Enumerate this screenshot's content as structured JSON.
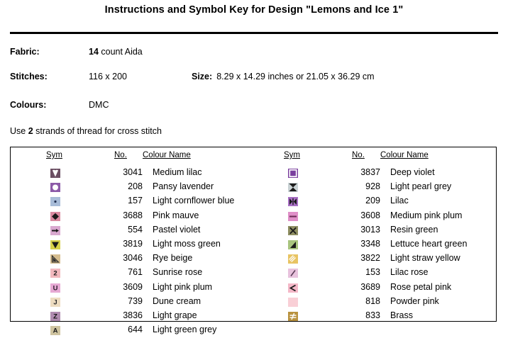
{
  "document": {
    "title": "Instructions and Symbol Key for Design \"Lemons and Ice 1\""
  },
  "info": {
    "fabric_label": "Fabric:",
    "fabric_count": "14",
    "fabric_value": " count Aida",
    "stitches_label": "Stitches:",
    "stitches_value": "116 x 200",
    "size_label": "Size:",
    "size_value": "8.29 x 14.29 inches or 21.05 x 36.29 cm",
    "colours_label": "Colours:",
    "colours_value": "DMC",
    "use_prefix": "Use ",
    "use_strands": "2",
    "use_suffix": " strands of thread for cross stitch"
  },
  "key_table": {
    "headers": {
      "sym": "Sym",
      "no": "No.",
      "name": "Colour Name"
    },
    "left_column": [
      {
        "no": "3041",
        "name": "Medium lilac",
        "bg": "#6b4f63",
        "fg": "#ffffff",
        "glyph": "heart"
      },
      {
        "no": "208",
        "name": "Pansy lavender",
        "bg": "#8c5aa8",
        "fg": "#ffffff",
        "glyph": "circle"
      },
      {
        "no": "157",
        "name": "Light cornflower blue",
        "bg": "#a8bcd8",
        "fg": "#203050",
        "glyph": "dot"
      },
      {
        "no": "3688",
        "name": "Pink mauve",
        "bg": "#d98aa0",
        "fg": "#1a1a1a",
        "glyph": "diamond"
      },
      {
        "no": "554",
        "name": "Pastel violet",
        "bg": "#d9a8cf",
        "fg": "#1a1a1a",
        "glyph": "arrow-right"
      },
      {
        "no": "3819",
        "name": "Light moss green",
        "bg": "#d8d24a",
        "fg": "#1a1a1a",
        "glyph": "triangle-down"
      },
      {
        "no": "3046",
        "name": "Rye beige",
        "bg": "#d6bd8e",
        "fg": "#2a2a2a",
        "glyph": "corner-tri"
      },
      {
        "no": "761",
        "name": "Sunrise rose",
        "bg": "#f2b8bd",
        "fg": "#1a1a1a",
        "glyph": "2"
      },
      {
        "no": "3609",
        "name": "Light pink plum",
        "bg": "#e7a9d4",
        "fg": "#2a1a2a",
        "glyph": "U"
      },
      {
        "no": "739",
        "name": "Dune cream",
        "bg": "#eddcc0",
        "fg": "#2a2a2a",
        "glyph": "J"
      },
      {
        "no": "3836",
        "name": "Light grape",
        "bg": "#b08cb0",
        "fg": "#111111",
        "glyph": "Z"
      },
      {
        "no": "644",
        "name": "Light green grey",
        "bg": "#cfc4a0",
        "fg": "#1a1a1a",
        "glyph": "A"
      }
    ],
    "right_column": [
      {
        "no": "3837",
        "name": "Deep violet",
        "bg": "#7a3f9e",
        "fg": "#ffffff",
        "glyph": "square-open"
      },
      {
        "no": "928",
        "name": "Light pearl grey",
        "bg": "#c9d2d4",
        "fg": "#1a1a1a",
        "glyph": "hourglass"
      },
      {
        "no": "209",
        "name": "Lilac",
        "bg": "#a86fc4",
        "fg": "#1a1a1a",
        "glyph": "bowtie-h"
      },
      {
        "no": "3608",
        "name": "Medium pink plum",
        "bg": "#e08fc8",
        "fg": "#6b2a55",
        "glyph": "minus"
      },
      {
        "no": "3013",
        "name": "Resin green",
        "bg": "#8f8f62",
        "fg": "#1a1a1a",
        "glyph": "X"
      },
      {
        "no": "3348",
        "name": "Lettuce heart green",
        "bg": "#a8c47e",
        "fg": "#1a1a1a",
        "glyph": "tri-corner"
      },
      {
        "no": "3822",
        "name": "Light straw yellow",
        "bg": "#e8c463",
        "fg": "#ffffff",
        "glyph": "slashes"
      },
      {
        "no": "153",
        "name": "Lilac rose",
        "bg": "#e8c2dd",
        "fg": "#5a3a55",
        "glyph": "slash"
      },
      {
        "no": "3689",
        "name": "Rose petal pink",
        "bg": "#f4b8c8",
        "fg": "#1a1a1a",
        "glyph": "lt"
      },
      {
        "no": "818",
        "name": "Powder pink",
        "bg": "#f9cfd6",
        "fg": "#f9cfd6",
        "glyph": "blank"
      },
      {
        "no": "833",
        "name": "Brass",
        "bg": "#b9923f",
        "fg": "#ffffff",
        "glyph": "neq"
      }
    ]
  }
}
